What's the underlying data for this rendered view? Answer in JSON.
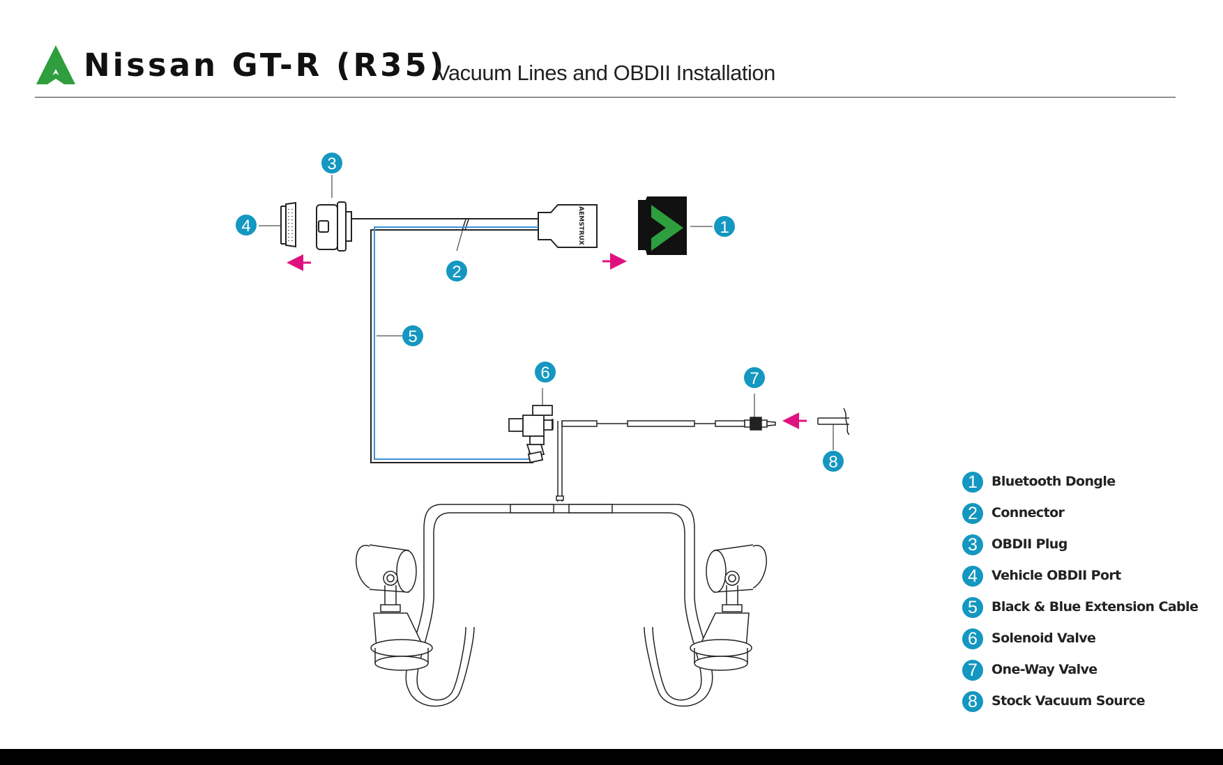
{
  "header": {
    "title": "Nissan GT-R (R35)",
    "subtitle": "Vacuum Lines and OBDII Installation"
  },
  "dongle": {
    "brand_text": "AEMSTRUX"
  },
  "callouts": [
    "1",
    "2",
    "3",
    "4",
    "5",
    "6",
    "7",
    "8"
  ],
  "legend": [
    {
      "num": "1",
      "label": "Bluetooth Dongle"
    },
    {
      "num": "2",
      "label": "Connector"
    },
    {
      "num": "3",
      "label": "OBDII Plug"
    },
    {
      "num": "4",
      "label": "Vehicle OBDII Port"
    },
    {
      "num": "5",
      "label": "Black & Blue Extension Cable"
    },
    {
      "num": "6",
      "label": "Solenoid Valve"
    },
    {
      "num": "7",
      "label": "One-Way Valve"
    },
    {
      "num": "8",
      "label": "Stock Vacuum Source"
    }
  ],
  "colors": {
    "brand_green": "#2f9e3e",
    "callout_blue": "#1497c0",
    "arrow_magenta": "#e0117f",
    "blue_wire": "#3a8fd6"
  },
  "icons": [
    "logo-icon",
    "dongle-icon",
    "arrow-left-icon",
    "arrow-right-icon"
  ]
}
